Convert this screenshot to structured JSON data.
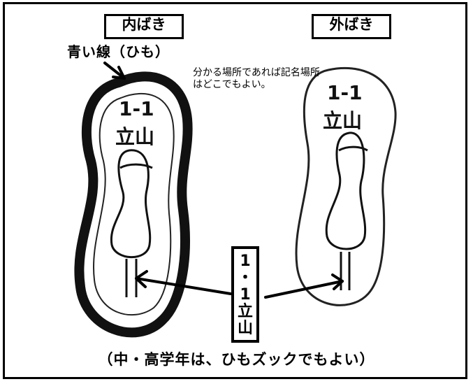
{
  "labels": {
    "inner_shoe": "内ばき",
    "outer_shoe": "外ばき",
    "blue_line": "青い線（ひも）",
    "note": "分かる場所であれば記名場所はどこでもよい。",
    "name_tag": [
      "1",
      "・",
      "1",
      "立",
      "山"
    ],
    "footer": "（中・高学年は、ひもズックでもよい）"
  },
  "shoe_handwriting": {
    "class": "1-1",
    "name": "立山"
  },
  "colors": {
    "ink": "#000000",
    "paper": "#ffffff"
  },
  "icons": [
    "arrow-icon",
    "shoe-sole-icon"
  ]
}
